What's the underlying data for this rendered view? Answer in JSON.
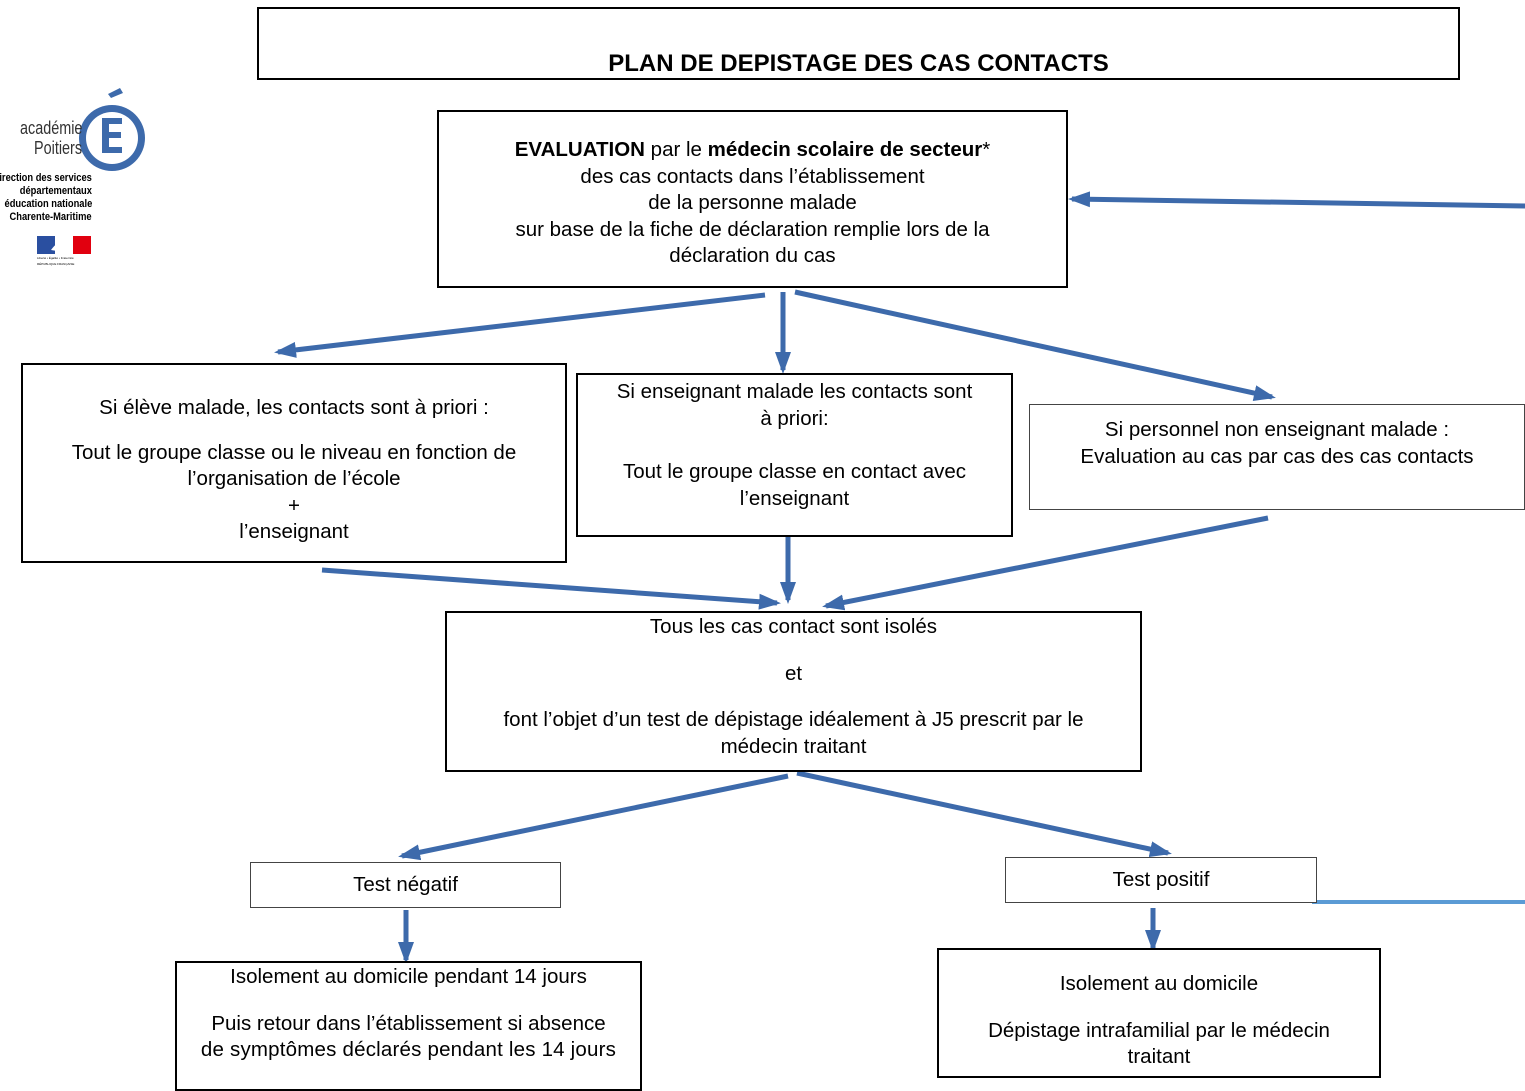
{
  "title": "PLAN DE DEPISTAGE DES CAS CONTACTS",
  "logo": {
    "line1": "académie",
    "line2": "Poitiers",
    "letter": "É",
    "dsden": [
      "irection des services",
      "départementaux",
      "éducation nationale",
      "Charente-Maritime"
    ],
    "flag_text1": "Liberté • Égalité • Fraternité",
    "flag_text2": "RÉPUBLIQUE FRANÇAISE"
  },
  "evaluation": {
    "bold1": "EVALUATION",
    "text1": " par le ",
    "bold2": "médecin scolaire de secteur",
    "text2": "*",
    "line2": "des cas contacts dans l’établissement",
    "line3": "de la personne malade",
    "line4": "sur base de la fiche de déclaration remplie lors de la",
    "line5": "déclaration du cas"
  },
  "eleve": {
    "line1": "Si élève malade, les contacts sont à priori :",
    "line2": "Tout le groupe classe ou le niveau en fonction de",
    "line3": "l’organisation de l’école",
    "line4": "+",
    "line5": "l’enseignant"
  },
  "enseignant": {
    "line1": "Si enseignant malade les contacts sont",
    "line2": "à priori:",
    "line3": "Tout le groupe classe en contact avec",
    "line4": "l’enseignant"
  },
  "personnel": {
    "line1": "Si personnel non enseignant malade :",
    "line2": "Evaluation au cas par cas des cas contacts"
  },
  "isoles": {
    "line1": "Tous les cas contact sont isolés",
    "line2": "et",
    "line3": "font l’objet d’un test de dépistage idéalement à J5 prescrit par le",
    "line4": "médecin traitant"
  },
  "negatif": {
    "label": "Test négatif"
  },
  "positif": {
    "label": "Test positif"
  },
  "isolement14": {
    "line1": "Isolement au domicile pendant 14 jours",
    "line2": "Puis retour dans l’établissement si absence",
    "line3": "de symptômes déclarés pendant les 14 jours"
  },
  "isolement_dom": {
    "line1": "Isolement au domicile",
    "line2": "Dépistage intrafamilial par le médecin",
    "line3": "traitant"
  },
  "colors": {
    "arrow": "#3d6aab",
    "arrow_light": "#5b9bd5"
  }
}
